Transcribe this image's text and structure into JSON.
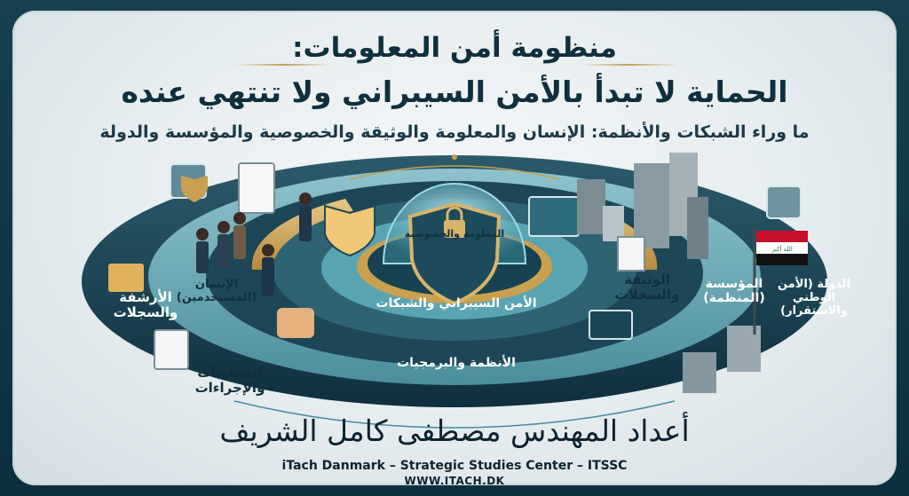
{
  "title": {
    "line1": "منظومة أمن المعلومات:",
    "line2": "الحماية لا تبدأ بالأمن السيبراني ولا تنتهي عنده",
    "subtitle": "ما وراء الشبكات والأنظمة: الإنسان والمعلومة والوثيقة والخصوصية والمؤسسة والدولة"
  },
  "center": {
    "label": "المعلومة والخصوصية",
    "icon": "shield-lock-icon"
  },
  "rings": {
    "cyber": "الأمن السيبراني والشبكات",
    "systems": "الأنظمة والبرمجيات",
    "human": "الإنسان (المستخدمين)",
    "archives": "الأرشفة والسجلات",
    "policies": "السياسات والإجراءات",
    "documents": "الوثيقة والسجلات",
    "institution": "المؤسسة (المنظمة)",
    "state": "الدولة (الأمن الوطني والاستقرار)"
  },
  "flag": {
    "name": "iraq-flag",
    "script": "الله أكبر"
  },
  "colors": {
    "navy": "#0f3444",
    "teal": "#3f8796",
    "gold": "#c9a050",
    "panel": "#eef3f5"
  },
  "footer": {
    "arabic_signature": "أعداد المهندس مصطفى كامل الشريف",
    "org": "iTach Danmark – Strategic Studies Center – ITSSC",
    "url": "WWW.ITACH.DK"
  }
}
